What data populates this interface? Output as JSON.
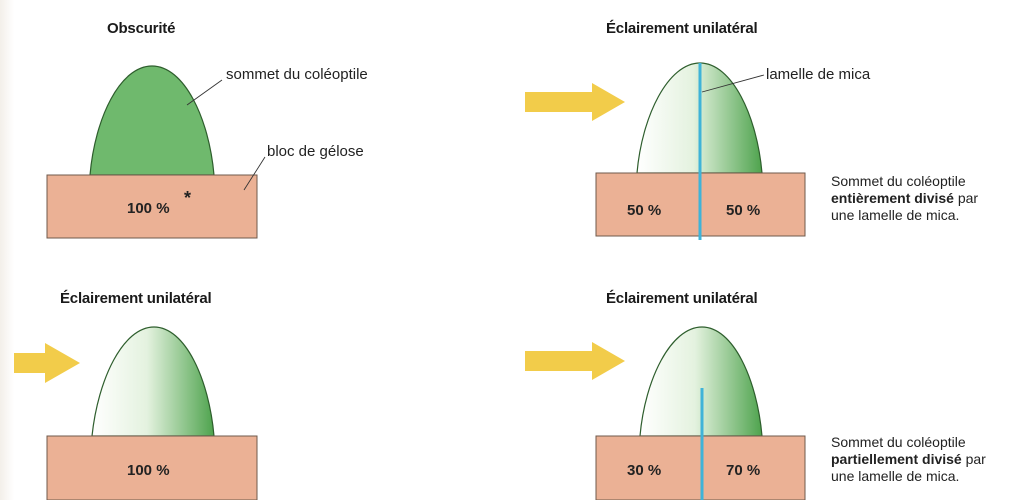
{
  "colors": {
    "agar_fill": "#ebb195",
    "agar_stroke": "#6f5a4c",
    "dark_tip": "#6fb96d",
    "gradient_light": "#ffffff",
    "gradient_dark": "#4ea34d",
    "arrow": "#f2cc4a",
    "mica": "#3fb3d8"
  },
  "panels": {
    "top_left": {
      "title": "Obscurité",
      "tip_label": "sommet du coléoptile",
      "agar_label": "bloc de gélose",
      "value": "100 %",
      "asterisk": "*"
    },
    "top_right": {
      "title": "Éclairement unilatéral",
      "mica_label": "lamelle de mica",
      "left_value": "50 %",
      "right_value": "50 %",
      "caption_line1": "Sommet du coléoptile",
      "caption_bold": "entièrement divisé",
      "caption_after_bold": " par",
      "caption_line3": "une lamelle de mica."
    },
    "bottom_left": {
      "title": "Éclairement unilatéral",
      "value": "100 %"
    },
    "bottom_right": {
      "title": "Éclairement unilatéral",
      "left_value": "30 %",
      "right_value": "70 %",
      "caption_line1": "Sommet du coléoptile",
      "caption_bold": "partiellement divisé",
      "caption_after_bold": " par",
      "caption_line3": "une lamelle de mica."
    }
  }
}
